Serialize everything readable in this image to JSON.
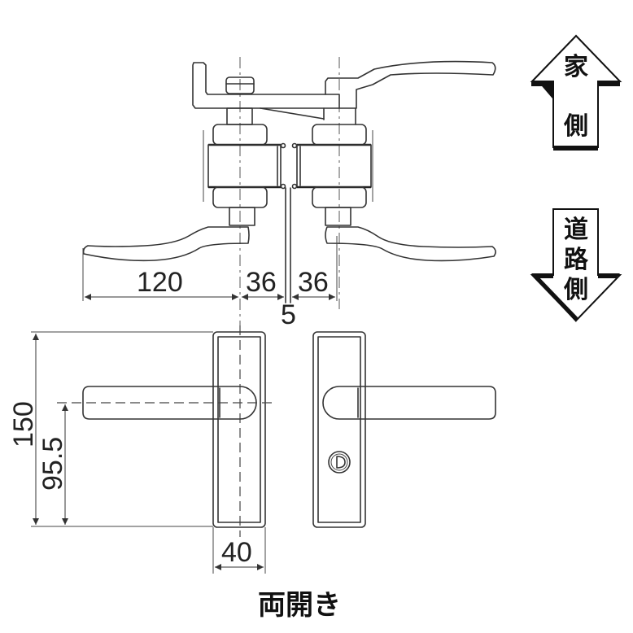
{
  "title": "両開き",
  "direction_labels": {
    "inside": {
      "chars": [
        "家",
        "側"
      ],
      "direction": "up",
      "meaning": "house side"
    },
    "outside": {
      "chars": [
        "道",
        "路",
        "側"
      ],
      "direction": "down",
      "meaning": "road side"
    }
  },
  "dimensions": {
    "lever_length": "120",
    "rose_to_door_left": "36",
    "rose_to_door_right": "36",
    "door_gap": "5",
    "plate_height": "150",
    "lever_center_height": "95.5",
    "plate_width": "40"
  },
  "colors": {
    "line": "#333333",
    "background": "#ffffff"
  }
}
